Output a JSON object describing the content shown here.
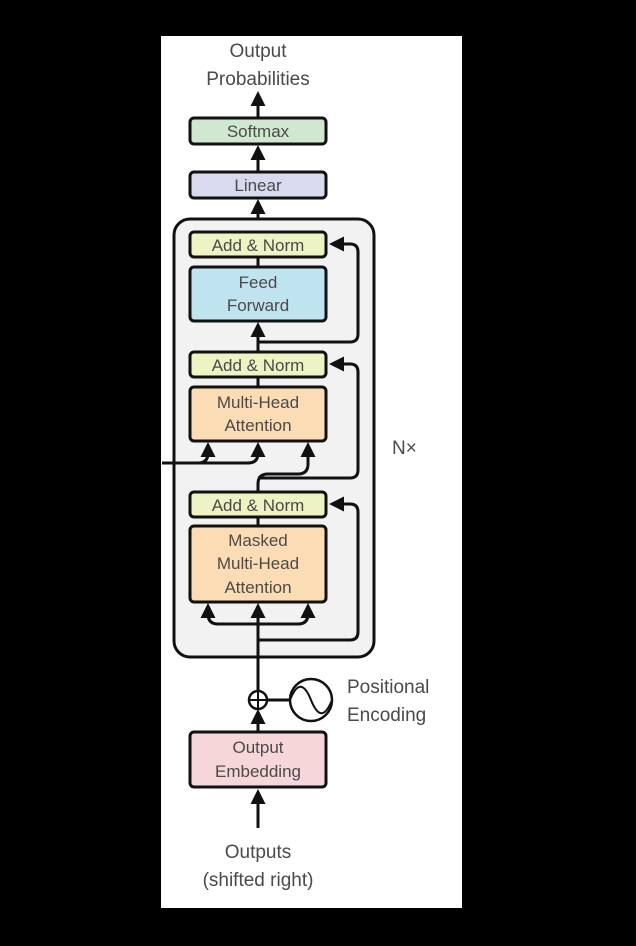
{
  "diagram": {
    "title_line1": "Output",
    "title_line2": "Probabilities",
    "softmax": {
      "label": "Softmax",
      "color": "#cfe8cf"
    },
    "linear": {
      "label": "Linear",
      "color": "#d8daf0"
    },
    "repeat_label": "N×",
    "block": {
      "background": "#f2f2f2",
      "add_norm_label": "Add & Norm",
      "add_norm_color": "#eef3c4",
      "feed_forward_line1": "Feed",
      "feed_forward_line2": "Forward",
      "feed_forward_color": "#bfe4f0",
      "mha_line1": "Multi-Head",
      "mha_line2": "Attention",
      "attention_color": "#fbdcb4",
      "masked_line1": "Masked",
      "masked_line2": "Multi-Head",
      "masked_line3": "Attention"
    },
    "positional_encoding_line1": "Positional",
    "positional_encoding_line2": "Encoding",
    "embedding_line1": "Output",
    "embedding_line2": "Embedding",
    "embedding_color": "#f6d6d8",
    "input_line1": "Outputs",
    "input_line2": "(shifted right)"
  }
}
